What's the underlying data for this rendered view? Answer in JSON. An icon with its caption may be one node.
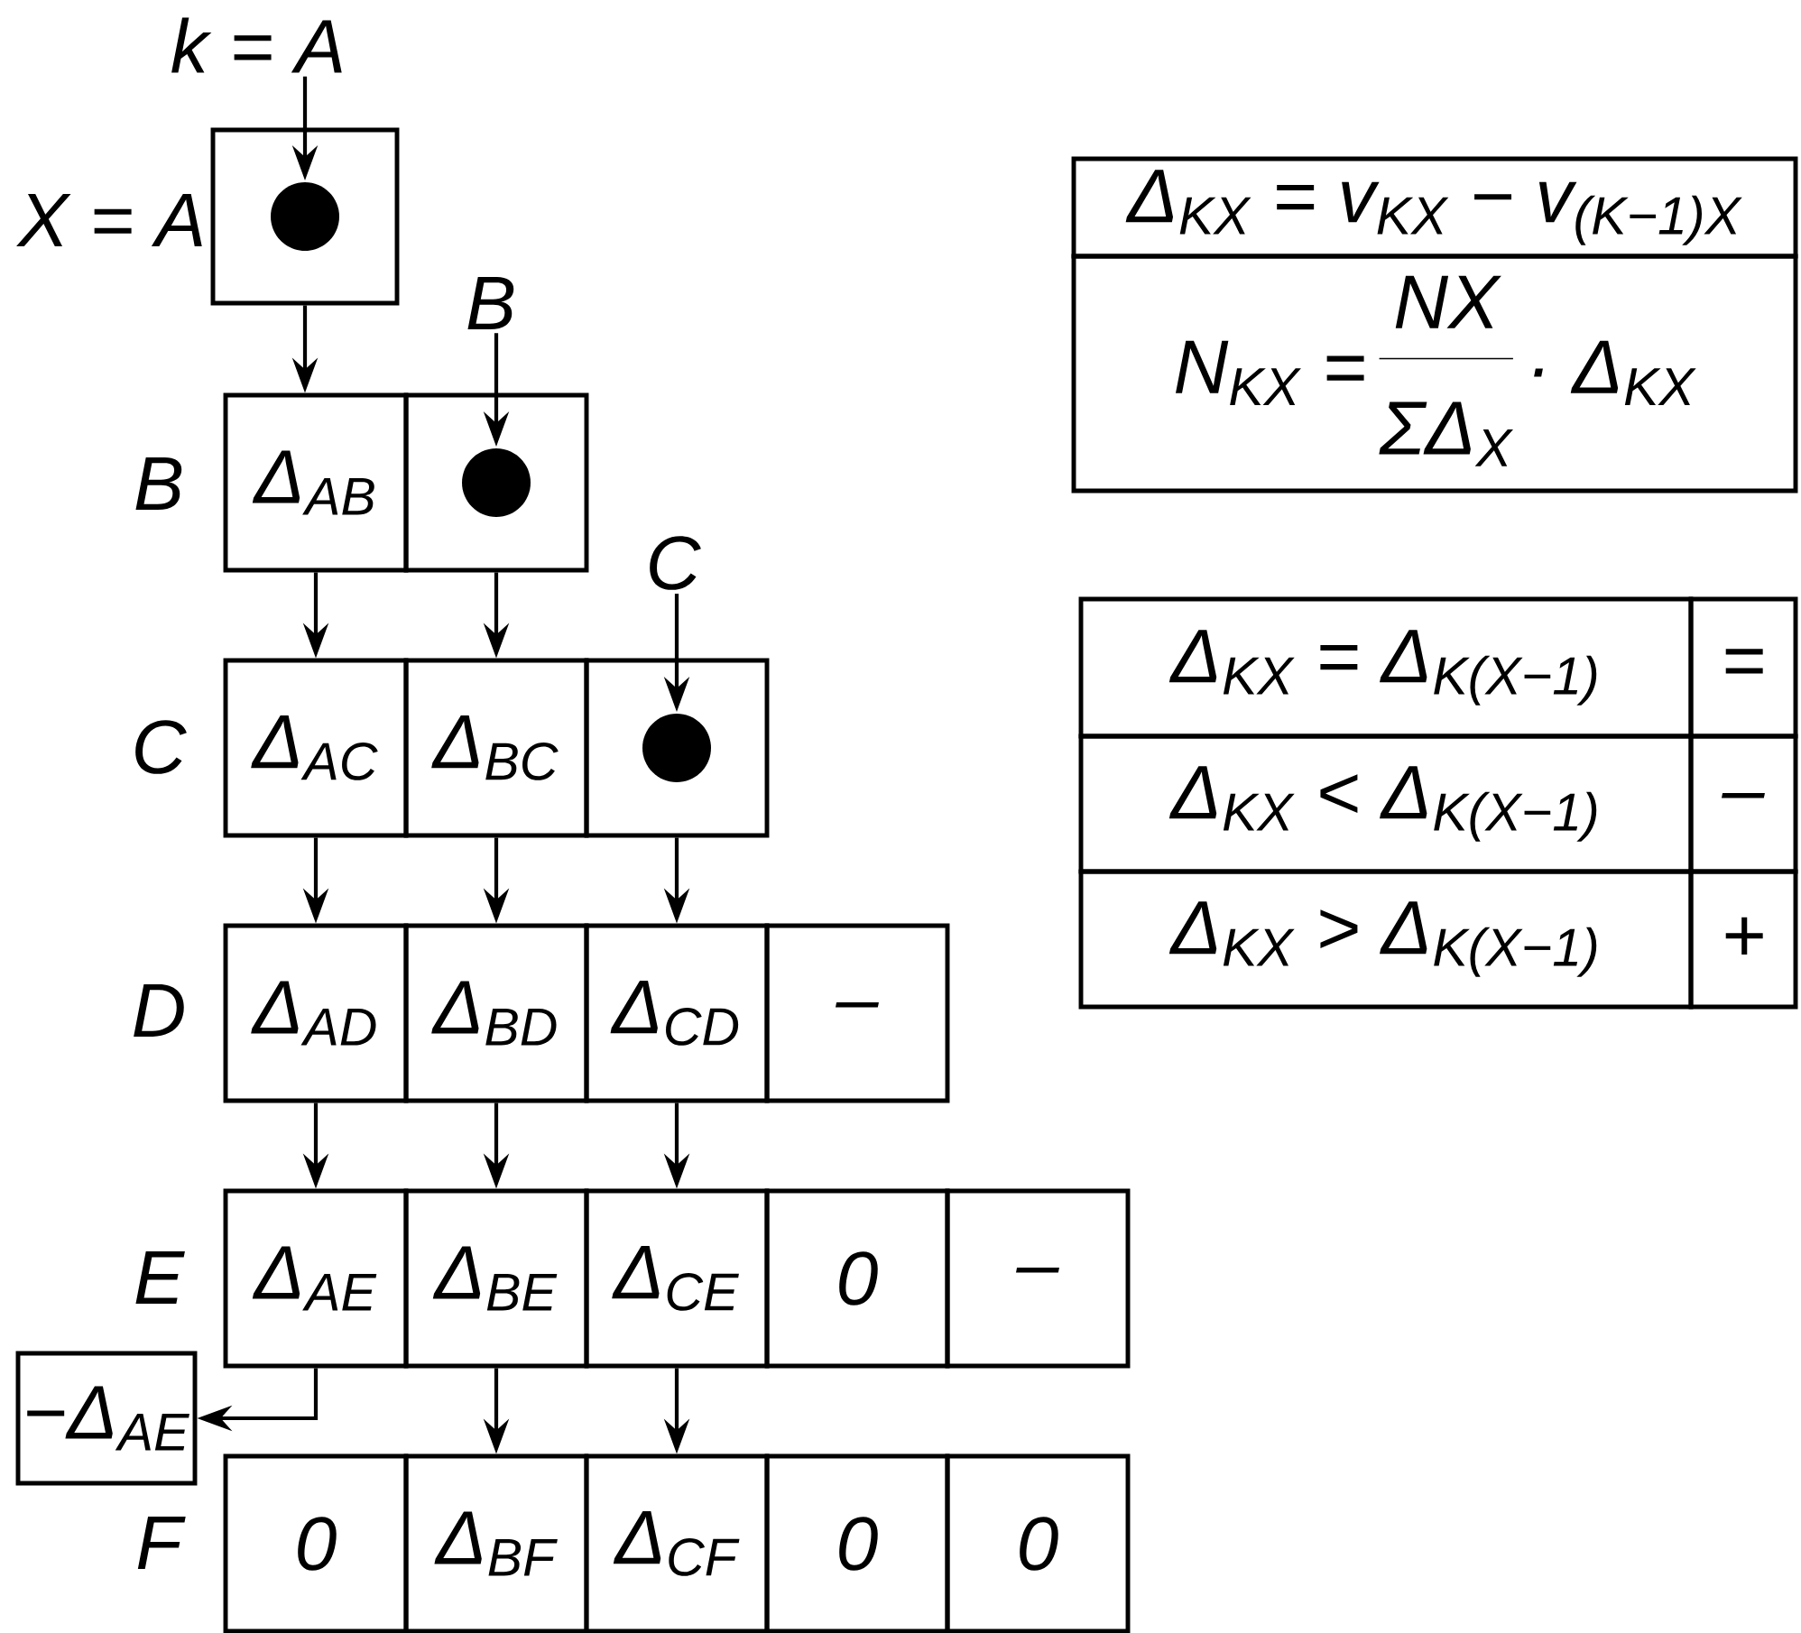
{
  "diagram": {
    "nodes": [
      {
        "text": [
          "k = A"
        ]
      },
      {
        "text": [],
        "shape": "box"
      },
      {
        "text": [
          "B"
        ]
      },
      {
        "text": [
          "Δ$_{AB}$"
        ]
      },
      {
        "text": [],
        "shape": "box"
      },
      {
        "text": [
          "C"
        ]
      },
      {
        "text": [
          "Δ$_{AC}$"
        ]
      },
      {
        "text": [
          "Δ$_{BC}$"
        ]
      },
      {
        "text": [],
        "shape": "box"
      },
      {
        "text": [
          "Δ$_{AD}$"
        ]
      },
      {
        "text": [
          "Δ$_{BD}$"
        ]
      },
      {
        "text": [
          "Δ$_{CD}$"
        ]
      },
      {
        "text": [
          "–"
        ]
      },
      {
        "text": [
          "Δ$_{AE}$"
        ]
      },
      {
        "text": [
          "Δ$_{BE}$"
        ]
      },
      {
        "text": [
          "Δ$_{CE}$"
        ]
      },
      {
        "text": [
          "0"
        ]
      },
      {
        "text": [
          "–"
        ]
      },
      {
        "text": [
          "−Δ$_{AE}$"
        ]
      },
      {
        "text": [
          "0"
        ]
      },
      {
        "text": [
          "Δ$_{BF}$"
        ]
      },
      {
        "text": [
          "Δ$_{CF}$"
        ]
      },
      {
        "text": [
          "0"
        ]
      },
      {
        "text": [
          "0"
        ]
      },
      {
        "text": [
          "Δ$_{KX}$ = v$_{KX}$ − v$_{(K−1)X}$"
        ]
      },
      {
        "text": [
          "N$_{KX}$ =",
          "NX",
          "ΣΔ$_{X}$",
          "· Δ$_{KX}$"
        ]
      },
      {
        "text": [
          "Δ$_{KX}$ = Δ$_{K(X−1)}$"
        ]
      },
      {
        "text": [
          "="
        ]
      },
      {
        "text": [
          "Δ$_{KX}$ < Δ$_{K(X−1)}$"
        ]
      },
      {
        "text": [
          "–"
        ]
      },
      {
        "text": [
          "Δ$_{KX}$ > Δ$_{K(X−1)}$"
        ]
      },
      {
        "text": [
          "+"
        ]
      }
    ],
    "edges": [
      {
        "from": 0,
        "to": 1,
        "arrow": "to"
      },
      {
        "from": 1,
        "to": 3,
        "arrow": "to"
      },
      {
        "from": 2,
        "to": 4,
        "arrow": "to"
      },
      {
        "from": 3,
        "to": 6,
        "arrow": "to"
      },
      {
        "from": 4,
        "to": 7,
        "arrow": "to"
      },
      {
        "from": 5,
        "to": 8,
        "arrow": "to"
      },
      {
        "from": 6,
        "to": 9,
        "arrow": "to"
      },
      {
        "from": 7,
        "to": 10,
        "arrow": "to"
      },
      {
        "from": 8,
        "to": 11,
        "arrow": "to"
      },
      {
        "from": 9,
        "to": 13,
        "arrow": "to"
      },
      {
        "from": 10,
        "to": 14,
        "arrow": "to"
      },
      {
        "from": 11,
        "to": 15,
        "arrow": "to"
      },
      {
        "from": 13,
        "to": 18,
        "arrow": "to"
      },
      {
        "from": 14,
        "to": 20,
        "arrow": "to"
      },
      {
        "from": 15,
        "to": 21,
        "arrow": "to"
      }
    ],
    "labels": [
      "X = A",
      "B",
      "C",
      "D",
      "E",
      "F"
    ]
  }
}
